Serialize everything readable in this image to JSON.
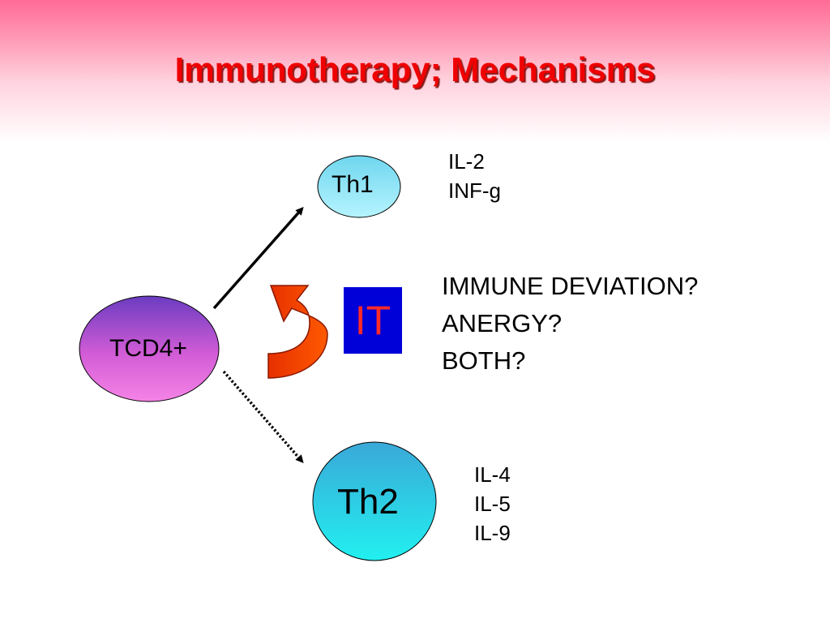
{
  "title": "Immunotherapy; Mechanisms",
  "nodes": {
    "tcd4": "TCD4+",
    "th1": "Th1",
    "th2": "Th2",
    "it": "IT"
  },
  "th1_cytokines": [
    "IL-2",
    "INF-g"
  ],
  "th2_cytokines": [
    "IL-4",
    "IL-5",
    "IL-9"
  ],
  "questions": [
    "IMMUNE DEVIATION?",
    "ANERGY?",
    "BOTH?"
  ],
  "colors": {
    "title": "#f00000",
    "header_gradient_top": "#ff6b95",
    "it_box": "#0000d8",
    "it_text": "#ff2a2a",
    "curved_arrow": "#e02000"
  }
}
